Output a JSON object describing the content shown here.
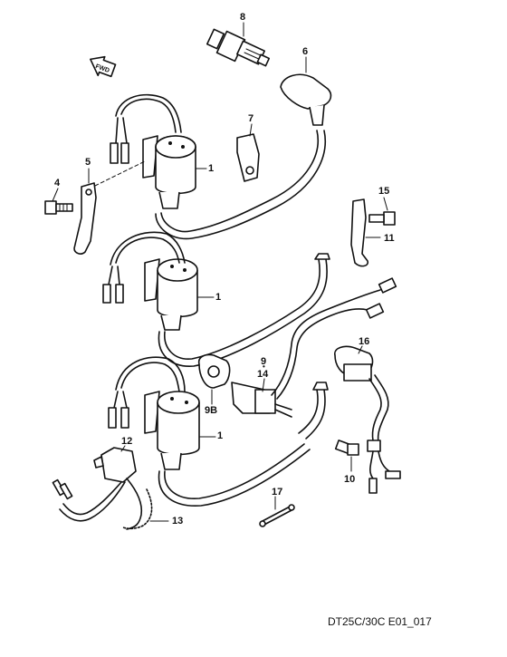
{
  "labels": {
    "l1a": "1",
    "l1b": "1",
    "l1c": "1",
    "l4": "4",
    "l5": "5",
    "l6": "6",
    "l7": "7",
    "l8": "8",
    "l9": "9",
    "l9b": "9B",
    "l10": "10",
    "l11": "11",
    "l12": "12",
    "l13": "13",
    "l14": "14",
    "l15": "15",
    "l16": "16",
    "l17": "17"
  },
  "fwd": "FWD",
  "footer": "DT25C/30C E01_017"
}
